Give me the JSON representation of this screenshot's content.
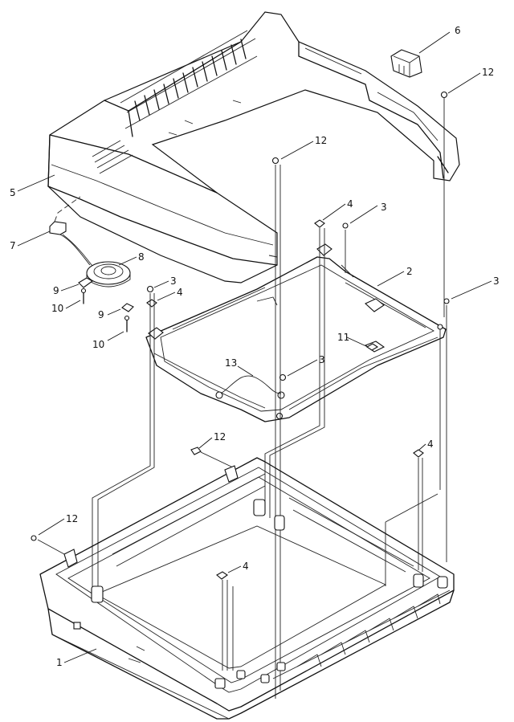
{
  "callouts": [
    {
      "id": "c1",
      "text": "1"
    },
    {
      "id": "c2",
      "text": "2"
    },
    {
      "id": "c3a",
      "text": "3"
    },
    {
      "id": "c3b",
      "text": "3"
    },
    {
      "id": "c3c",
      "text": "3"
    },
    {
      "id": "c3d",
      "text": "3"
    },
    {
      "id": "c4a",
      "text": "4"
    },
    {
      "id": "c4b",
      "text": "4"
    },
    {
      "id": "c4c",
      "text": "4"
    },
    {
      "id": "c4d",
      "text": "4"
    },
    {
      "id": "c5",
      "text": "5"
    },
    {
      "id": "c6",
      "text": "6"
    },
    {
      "id": "c7",
      "text": "7"
    },
    {
      "id": "c8",
      "text": "8"
    },
    {
      "id": "c9a",
      "text": "9"
    },
    {
      "id": "c9b",
      "text": "9"
    },
    {
      "id": "c10a",
      "text": "10"
    },
    {
      "id": "c10b",
      "text": "10"
    },
    {
      "id": "c11",
      "text": "11"
    },
    {
      "id": "c12a",
      "text": "12"
    },
    {
      "id": "c12b",
      "text": "12"
    },
    {
      "id": "c12c",
      "text": "12"
    },
    {
      "id": "c12d",
      "text": "12"
    },
    {
      "id": "c13",
      "text": "13"
    }
  ]
}
